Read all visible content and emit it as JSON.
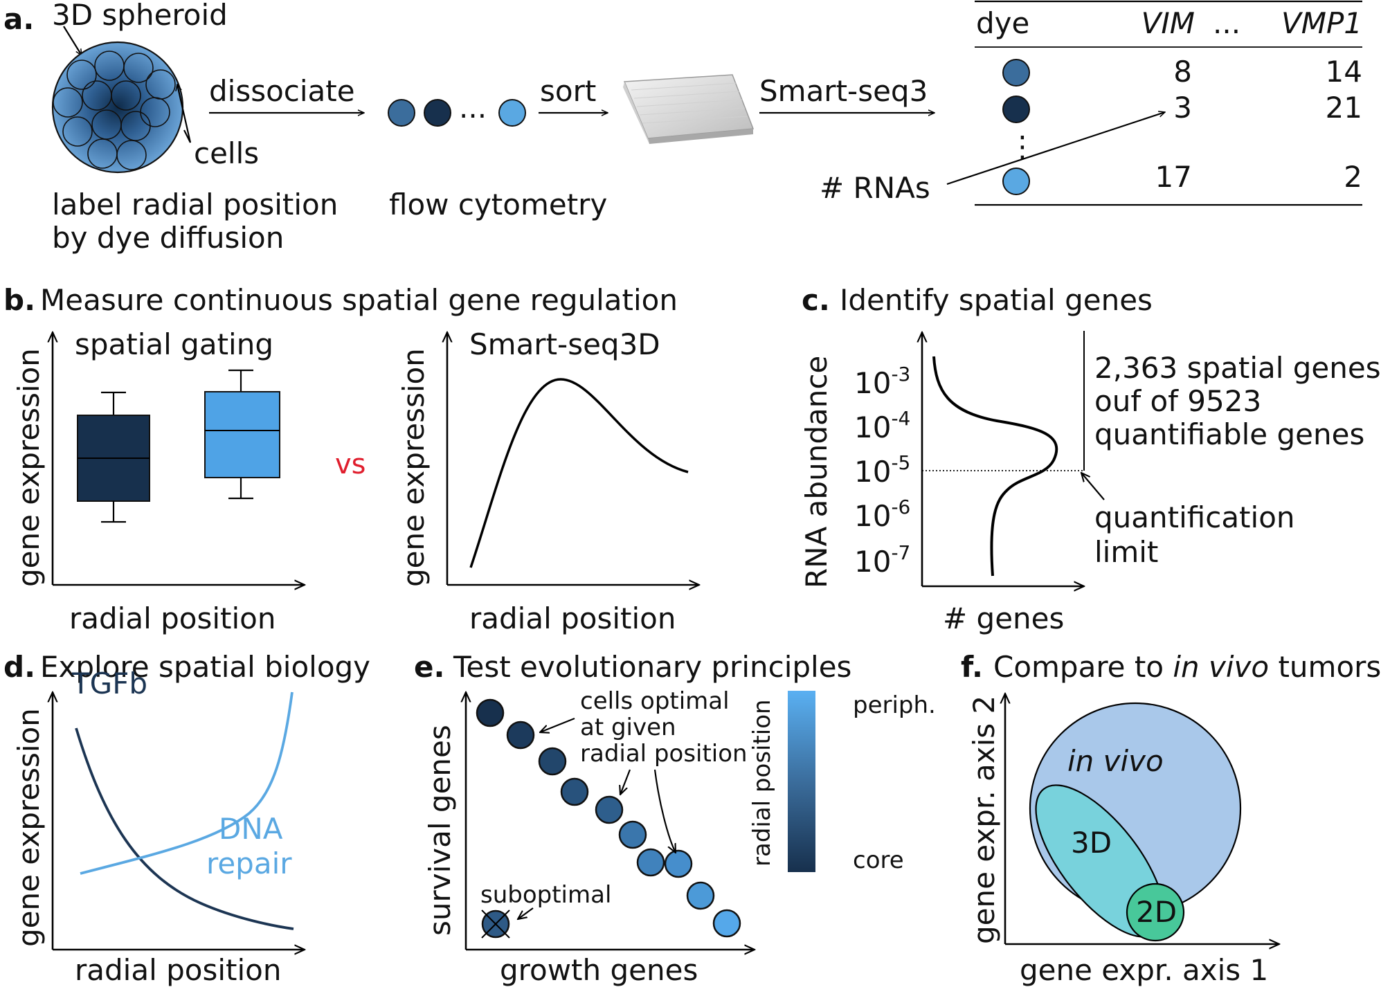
{
  "colors": {
    "core": "#17304d",
    "dark": "#1f3d5e",
    "mid": "#3b6d9c",
    "medium_blue": "#3d86c8",
    "light": "#5aa8e2",
    "spheroid": "#6aa3d6",
    "vs_red": "#e01e2d",
    "invivo": "#a9c8ea",
    "threeD": "#78d2dc",
    "twoD": "#48c89a"
  },
  "panel_a": {
    "letter": "a.",
    "spheroid_label": "3D spheroid",
    "cells_label": "cells",
    "label_line1": "label radial position",
    "label_line2": "by dye diffusion",
    "step1": "dissociate",
    "ellipsis": "...",
    "step2": "sort",
    "flow_label": "flow cytometry",
    "step3": "Smart-seq3",
    "rnas_label": "# RNAs",
    "table": {
      "headers": [
        "dye",
        "VIM",
        "...",
        "VMP1"
      ],
      "rows": [
        {
          "color": "#3b6d9c",
          "vim": "8",
          "vmp1": "14"
        },
        {
          "color": "#17304d",
          "vim": "3",
          "vmp1": "21"
        },
        {
          "color": "#5aa8e2",
          "vim": "17",
          "vmp1": "2"
        }
      ],
      "vdots": "⋮"
    }
  },
  "panel_b": {
    "letter": "b.",
    "title": "Measure continuous spatial gene regulation",
    "left_title": "spatial gating",
    "right_title": "Smart-seq3D",
    "ylabel": "gene expression",
    "xlabel": "radial position",
    "vs": "vs"
  },
  "panel_c": {
    "letter": "c.",
    "title": "Identify spatial genes",
    "ylabel": "RNA abundance",
    "xlabel": "# genes",
    "ticks": [
      "10",
      "10",
      "10",
      "10",
      "10"
    ],
    "exps": [
      "-3",
      "-4",
      "-5",
      "-6",
      "-7"
    ],
    "note_line1": "2,363 spatial genes",
    "note_line2": "ouf of 9523",
    "note_line3": "quantifiable genes",
    "limit_line1": "quantification",
    "limit_line2": "limit"
  },
  "panel_d": {
    "letter": "d.",
    "title": "Explore spatial biology",
    "ylabel": "gene expression",
    "xlabel": "radial position",
    "curve1": "TGFb",
    "curve2_line1": "DNA",
    "curve2_line2": "repair"
  },
  "panel_e": {
    "letter": "e.",
    "title": "Test evolutionary principles",
    "ylabel": "survival genes",
    "xlabel": "growth genes",
    "ann1_line1": "cells optimal",
    "ann1_line2": "at given",
    "ann1_line3": "radial position",
    "ann2": "suboptimal",
    "cbar_label": "radial position",
    "cbar_top": "periph.",
    "cbar_bottom": "core",
    "dot_colors": [
      "#17304d",
      "#1c3a5c",
      "#22466b",
      "#28527c",
      "#2e5e8c",
      "#346a9c",
      "#3a76ac",
      "#4082bc",
      "#468ecc",
      "#4c9ad8",
      "#55a8ea"
    ],
    "subopt_color": "#2e5a86"
  },
  "panel_f": {
    "letter": "f.",
    "title_pre": "Compare to ",
    "title_em": "in vivo",
    "title_post": " tumors",
    "ylabel": "gene expr. axis 2",
    "xlabel": "gene expr. axis 1",
    "invivo": "in vivo",
    "threeD": "3D",
    "twoD": "2D"
  }
}
